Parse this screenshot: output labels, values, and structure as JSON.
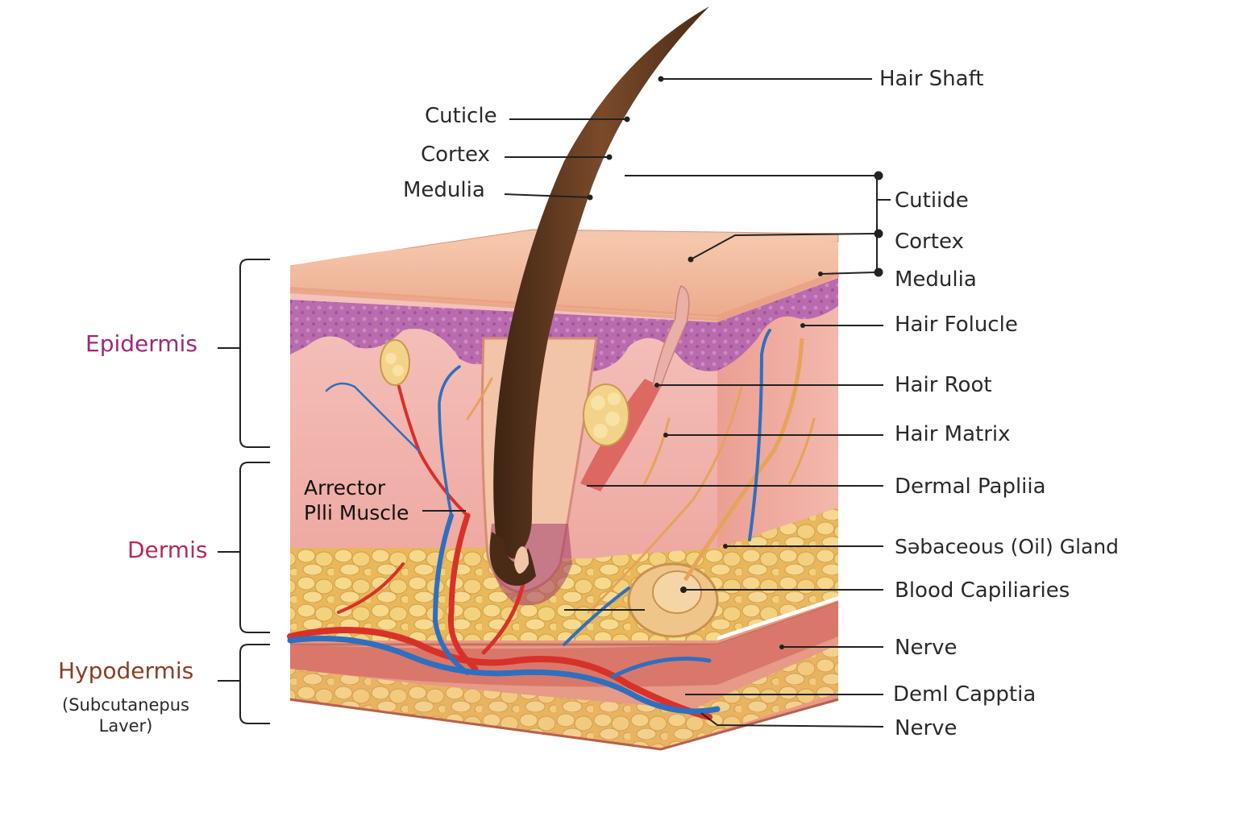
{
  "layers": {
    "epidermis": {
      "label": "Epidermis",
      "color": "#9b2a7a"
    },
    "dermis": {
      "label": "Dermis",
      "color": "#b52a5a"
    },
    "hypodermis": {
      "label": "Hypodermis",
      "sublabel_line1": "(Subcutanepus",
      "sublabel_line2": "Laver)",
      "color": "#8a3e26"
    }
  },
  "labels_left": {
    "cuticle": "Cuticle",
    "cortex": "Cortex",
    "medulla": "Medulia",
    "arrector_line1": "Arrector",
    "arrector_line2": "Plli Muscle"
  },
  "labels_right": {
    "hair_shaft": "Hair Shaft",
    "cutiide": "Cutiide",
    "cortex": "Cortex",
    "medulia": "Medulia",
    "hair_folucle": "Hair Folucle",
    "hair_root": "Hair Root",
    "hair_matrix": "Hair Matrix",
    "dermal_papliia": "Dermal Papliia",
    "sebaceous": "Səbaceous (Oil) Gland",
    "blood_capillaries": "Blood Capiliaries",
    "nerve1": "Nerve",
    "deml_capptia": "Deml Capptia",
    "nerve2": "Nerve"
  },
  "colors": {
    "hair": "#5a3520",
    "epidermis_band": "#b56ab0",
    "dermis": "#f0b0a8",
    "fat": "#f1cf7a",
    "muscle": "#d9786a",
    "artery": "#d8312a",
    "vein": "#2f6fc0",
    "nerve": "#e6a35a",
    "leader": "#222222"
  }
}
